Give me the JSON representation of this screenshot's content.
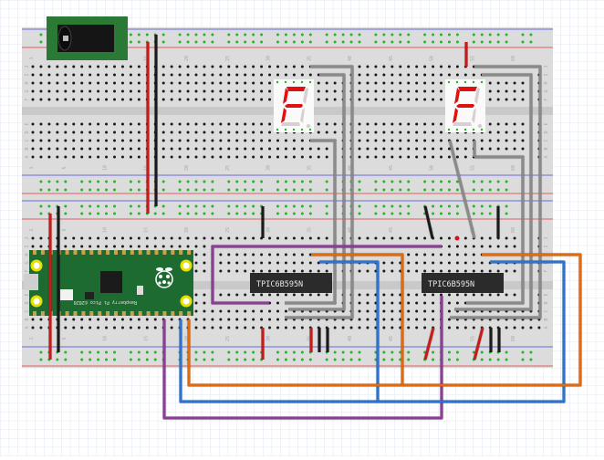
{
  "diagram": {
    "type": "breadboard-schematic",
    "tool_style": "fritzing",
    "colors": {
      "grid_line": "#dfe6f0",
      "board_bg": "#dcdcdc",
      "board_strip": "#c9c9c9",
      "rail_red": "#e06060",
      "rail_blue": "#6a6ae0",
      "hole": "#1a1a1a",
      "hole_connected": "#25b52a",
      "pico_green": "#1e6b32",
      "jack_green": "#2a7a35",
      "chip_body": "#2b2b2b",
      "seg_on": "#e01010",
      "seg_off": "#d8d0d0",
      "wire_red": "#c81a1a",
      "wire_black": "#1a1a1a",
      "wire_gray": "#8a8a8a",
      "wire_purple": "#8c3d96",
      "wire_blue": "#2c74d0",
      "wire_orange": "#e06a10"
    },
    "breadboards": [
      {
        "name": "top-breadboard",
        "row_labels_top": [
          "J",
          "I",
          "H",
          "G",
          "F"
        ],
        "row_labels_bottom": [
          "E",
          "D",
          "C",
          "B",
          "A"
        ],
        "column_labels": [
          "1",
          "5",
          "10",
          "15",
          "20",
          "25",
          "30",
          "35",
          "40",
          "45",
          "50",
          "55",
          "60"
        ]
      },
      {
        "name": "bottom-breadboard",
        "row_labels_top": [
          "J",
          "I",
          "H",
          "G",
          "F"
        ],
        "row_labels_bottom": [
          "E",
          "D",
          "C",
          "B",
          "A"
        ],
        "column_labels": [
          "1",
          "5",
          "10",
          "15",
          "20",
          "25",
          "30",
          "35",
          "40",
          "45",
          "50",
          "55",
          "60"
        ]
      }
    ],
    "components": {
      "power_jack": {
        "label": "DC Barrel Jack"
      },
      "pico": {
        "label": "Raspberry Pi Pico ©2020",
        "board_text": "Raspberry Pi Pico ©2020",
        "button_text": "BOOTSEL"
      },
      "chip1": {
        "label": "TPIC6B595N"
      },
      "chip2": {
        "label": "TPIC6B595N"
      },
      "display1": {
        "label": "7-segment display",
        "digit": "F"
      },
      "display2": {
        "label": "7-segment display",
        "digit": "F"
      }
    },
    "wires": [
      {
        "name": "power-red-vertical",
        "color": "red"
      },
      {
        "name": "power-black-vertical",
        "color": "black"
      },
      {
        "name": "pico-red",
        "color": "red"
      },
      {
        "name": "pico-black",
        "color": "black"
      },
      {
        "name": "purple-data",
        "color": "purple"
      },
      {
        "name": "blue-clock",
        "color": "blue"
      },
      {
        "name": "orange-latch",
        "color": "orange"
      },
      {
        "name": "segment-bus",
        "color": "gray"
      }
    ]
  }
}
